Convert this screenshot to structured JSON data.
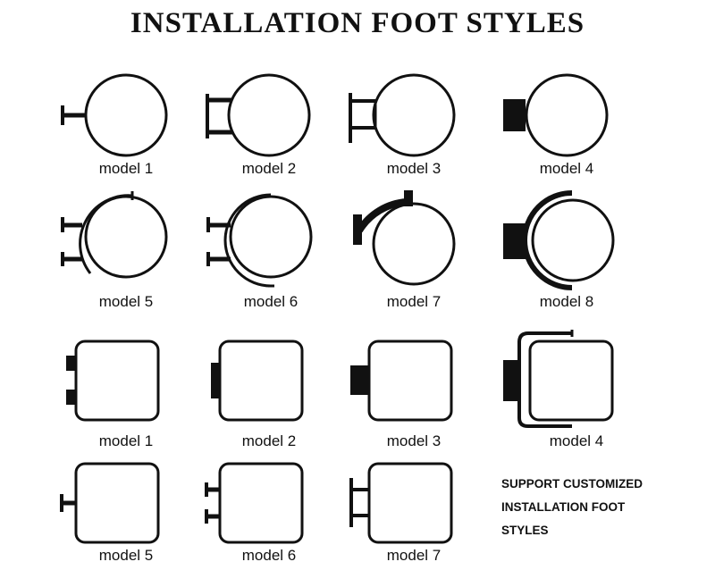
{
  "title": "INSTALLATION FOOT STYLES",
  "round_models": [
    "model 1",
    "model 2",
    "model 3",
    "model 4",
    "model 5",
    "model 6",
    "model 7",
    "model 8"
  ],
  "square_models": [
    "model 1",
    "model 2",
    "model 3",
    "model 4",
    "model 5",
    "model 6",
    "model 7"
  ],
  "note": [
    "SUPPORT CUSTOMIZED",
    "INSTALLATION FOOT",
    "STYLES"
  ]
}
